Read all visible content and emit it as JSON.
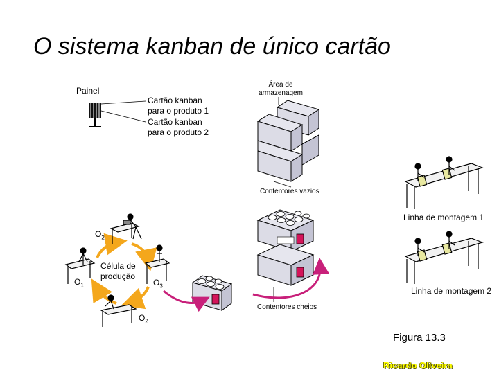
{
  "title": "O sistema kanban de único cartão",
  "labels": {
    "painel": "Painel",
    "cartao_produto1": [
      "Cartão kanban",
      "para o produto 1"
    ],
    "cartao_produto2": [
      "Cartão kanban",
      "para o produto 2"
    ],
    "area_armazenagem": [
      "Área de",
      "armazenagem"
    ],
    "contentores_vazios": "Contentores vazios",
    "linha_montagem_1": "Linha de montagem 1",
    "linha_montagem_2": "Linha de montagem 2",
    "contentores_cheios": "Contentores cheios",
    "celula_producao": [
      "Célula de",
      "produção"
    ],
    "o2_top": "O",
    "o2_top_sub": "2",
    "o1": "O",
    "o1_sub": "1",
    "o3": "O",
    "o3_sub": "3",
    "o2_bottom": "O",
    "o2_bottom_sub": "2"
  },
  "figure_caption": "Figura 13.3",
  "author": "Ricardo Oliveira",
  "colors": {
    "cycle_arrow": "#f4a71c",
    "flow_arrow": "#c8207a",
    "kanban_card": "#d4145a",
    "box_face": "#e6e6ee",
    "box_side": "#c4c4d4"
  }
}
